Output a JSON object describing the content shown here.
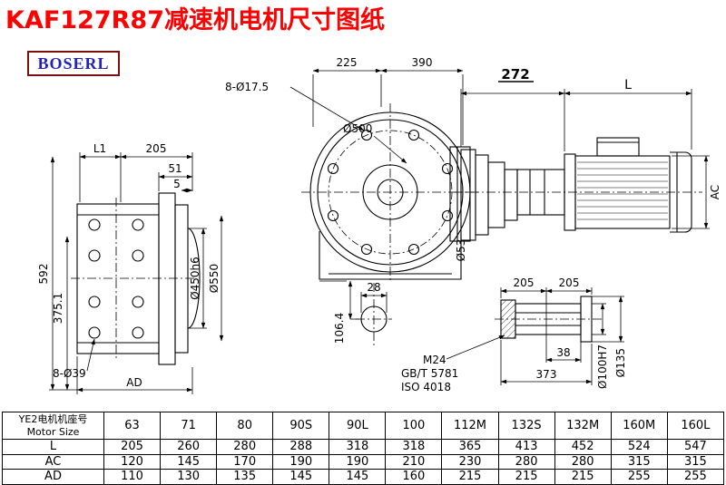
{
  "page": {
    "title": "KAF127R87减速机电机尺寸图纸",
    "logo": "BOSERL"
  },
  "dims": {
    "l1": "L1",
    "d205": "205",
    "d51": "51",
    "d5": "5",
    "d592": "592",
    "d375": "375.1",
    "holes_39": "8-Ø39",
    "ad": "AD",
    "d450": "Ø450h6",
    "d550": "Ø550",
    "d225": "225",
    "d390": "390",
    "holes_175": "8-Ø17.5",
    "d500": "Ø500",
    "d53": "Ø53",
    "d28": "28",
    "d106": "106.4",
    "d272": "272",
    "l": "L",
    "ac": "AC",
    "s205a": "205",
    "s205b": "205",
    "d38": "38",
    "d373": "373",
    "m24": "M24",
    "gbt": "GB/T 5781",
    "iso": "ISO 4018",
    "d100": "Ø100H7",
    "d135": "Ø135"
  },
  "table": {
    "motor_size_label_cn": "YE2电机机座号",
    "motor_size_label_en": "Motor Size",
    "sizes": [
      "63",
      "71",
      "80",
      "90S",
      "90L",
      "100",
      "112M",
      "132S",
      "132M",
      "160M",
      "160L"
    ],
    "rows": [
      {
        "label": "L",
        "values": [
          "205",
          "260",
          "280",
          "288",
          "318",
          "318",
          "365",
          "413",
          "452",
          "524",
          "547"
        ]
      },
      {
        "label": "AC",
        "values": [
          "120",
          "145",
          "170",
          "190",
          "190",
          "210",
          "230",
          "280",
          "280",
          "315",
          "315"
        ]
      },
      {
        "label": "AD",
        "values": [
          "110",
          "130",
          "135",
          "145",
          "145",
          "160",
          "215",
          "215",
          "215",
          "255",
          "255"
        ]
      }
    ]
  }
}
